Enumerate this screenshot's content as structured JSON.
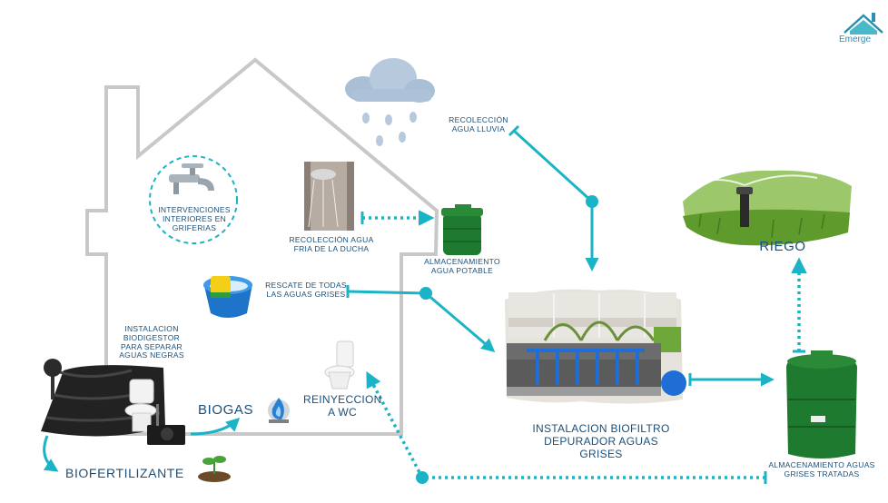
{
  "brand": {
    "name": "Emerge"
  },
  "labels": {
    "interior_faucets": "INTERVENCIONES INTERIORES EN GRIFERIAS",
    "shower_collection": "RECOLECCIÓN AGUA FRIA DE LA DUCHA",
    "potable_storage": "ALMACENAMIENTO AGUA POTABLE",
    "rain_collection": "RECOLECCIÓN AGUA LLUVIA",
    "greywater_rescue": "RESCATE DE TODAS LAS AGUAS GRISES",
    "biodigester": "INSTALACION BIODIGESTOR PARA SEPARAR AGUAS NEGRAS",
    "biogas": "BIOGAS",
    "wc_reinjection": "REINYECCION A WC",
    "biofilter": "INSTALACION BIOFILTRO DEPURADOR AGUAS GRISES",
    "irrigation": "RIEGO",
    "treated_storage": "ALMACENAMIENTO AGUAS GRISES TRATADAS",
    "biofertilizer": "BIOFERTILIZANTE"
  },
  "colors": {
    "accent": "#1bb3c6",
    "text": "#1b4f78",
    "house_outline": "#c8c8c8",
    "tank_green": "#1e7a2e",
    "grass": "#6fa83a"
  }
}
